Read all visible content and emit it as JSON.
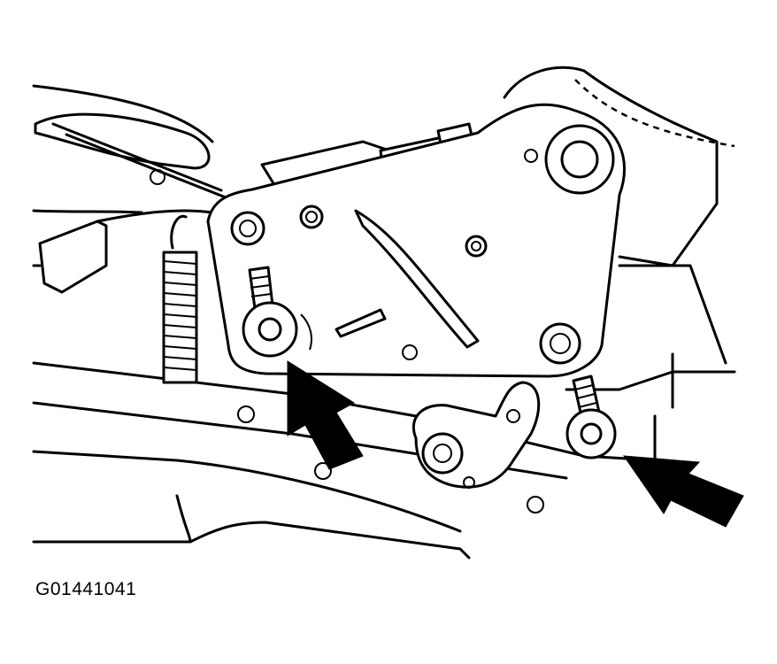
{
  "figure": {
    "code": "G01441041"
  },
  "arrows": [
    {
      "name": "left-pointer-arrow",
      "points_to": "left-bolt"
    },
    {
      "name": "right-pointer-arrow",
      "points_to": "right-bolt"
    }
  ],
  "colors": {
    "line": "#000000",
    "background": "#ffffff"
  }
}
